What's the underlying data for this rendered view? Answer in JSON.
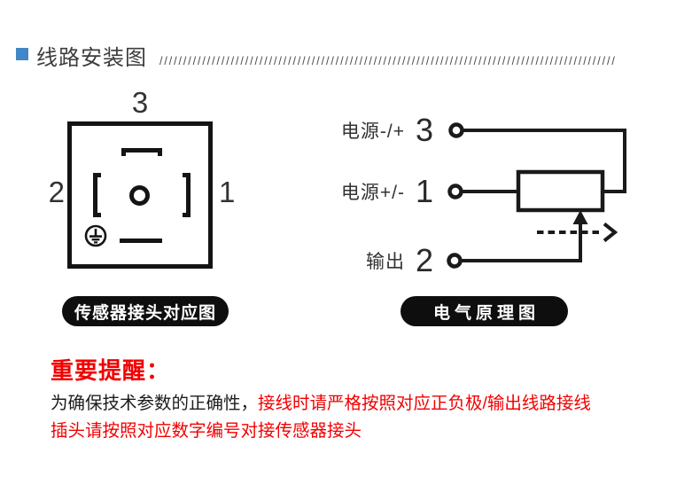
{
  "header": {
    "title": "线路安装图",
    "bullet_color": "#4287c5",
    "divider_char": "/",
    "divider_repeat": 96
  },
  "connector_diagram": {
    "pin_top": "3",
    "pin_left": "2",
    "pin_right": "1",
    "caption": "传感器接头对应图"
  },
  "schematic": {
    "rows": [
      {
        "label": "电源-/+",
        "pin": "3"
      },
      {
        "label": "电源+/-",
        "pin": "1"
      },
      {
        "label": "输出",
        "pin": "2"
      }
    ],
    "caption": "电气原理图"
  },
  "notice": {
    "title": "重要提醒：",
    "line1_black": "为确保技术参数的正确性，",
    "line1_red": "接线时请严格按照对应正负极/输出线路接线",
    "line2_red": "插头请按照对应数字编号对接传感器接头",
    "red_color": "#f20000",
    "black_color": "#1c1c1c",
    "pill_color": "#0e0e0e"
  }
}
